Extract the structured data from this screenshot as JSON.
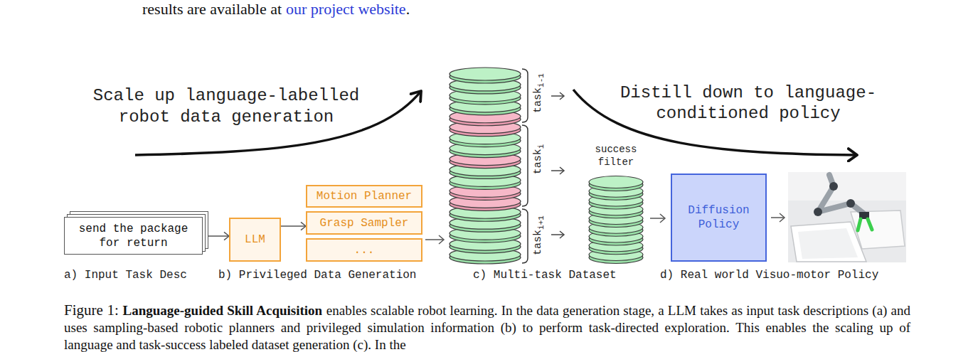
{
  "diagram": {
    "nodes": [
      {
        "text": [
          "send the package for return"
        ]
      },
      {
        "text": [
          "LLM"
        ]
      },
      {
        "text": [
          "Motion Planner"
        ]
      },
      {
        "text": [
          "Grasp Sampler"
        ]
      },
      {
        "text": [
          "..."
        ]
      },
      {
        "text": [
          "Diffusion Policy"
        ]
      }
    ],
    "edges": [
      {
        "from": 0,
        "to": 1,
        "arrow": "to"
      },
      {
        "from": 1,
        "to": 3,
        "arrow": "to"
      }
    ],
    "labels": [
      "results are available at",
      "our project website",
      ".",
      "Scale up language-labelled robot data generation",
      "Distill down to language-conditioned policy",
      "task",
      "i-1",
      "task",
      "i",
      "task",
      "i+1",
      "success filter",
      "a) Input Task Desc",
      "b) Privileged Data Generation",
      "c) Multi-task Dataset",
      "d) Real world Visuo-motor Policy",
      "Figure 1:",
      "Language-guided Skill Acquisition",
      "enables scalable robot learning. In the data generation stage, a LLM takes as input task descriptions (a) and uses sampling-based robotic planners and privileged simulation information (b) to perform task-directed exploration. This enables the scaling up of language and task-success labeled dataset generation (c). In the"
    ]
  }
}
